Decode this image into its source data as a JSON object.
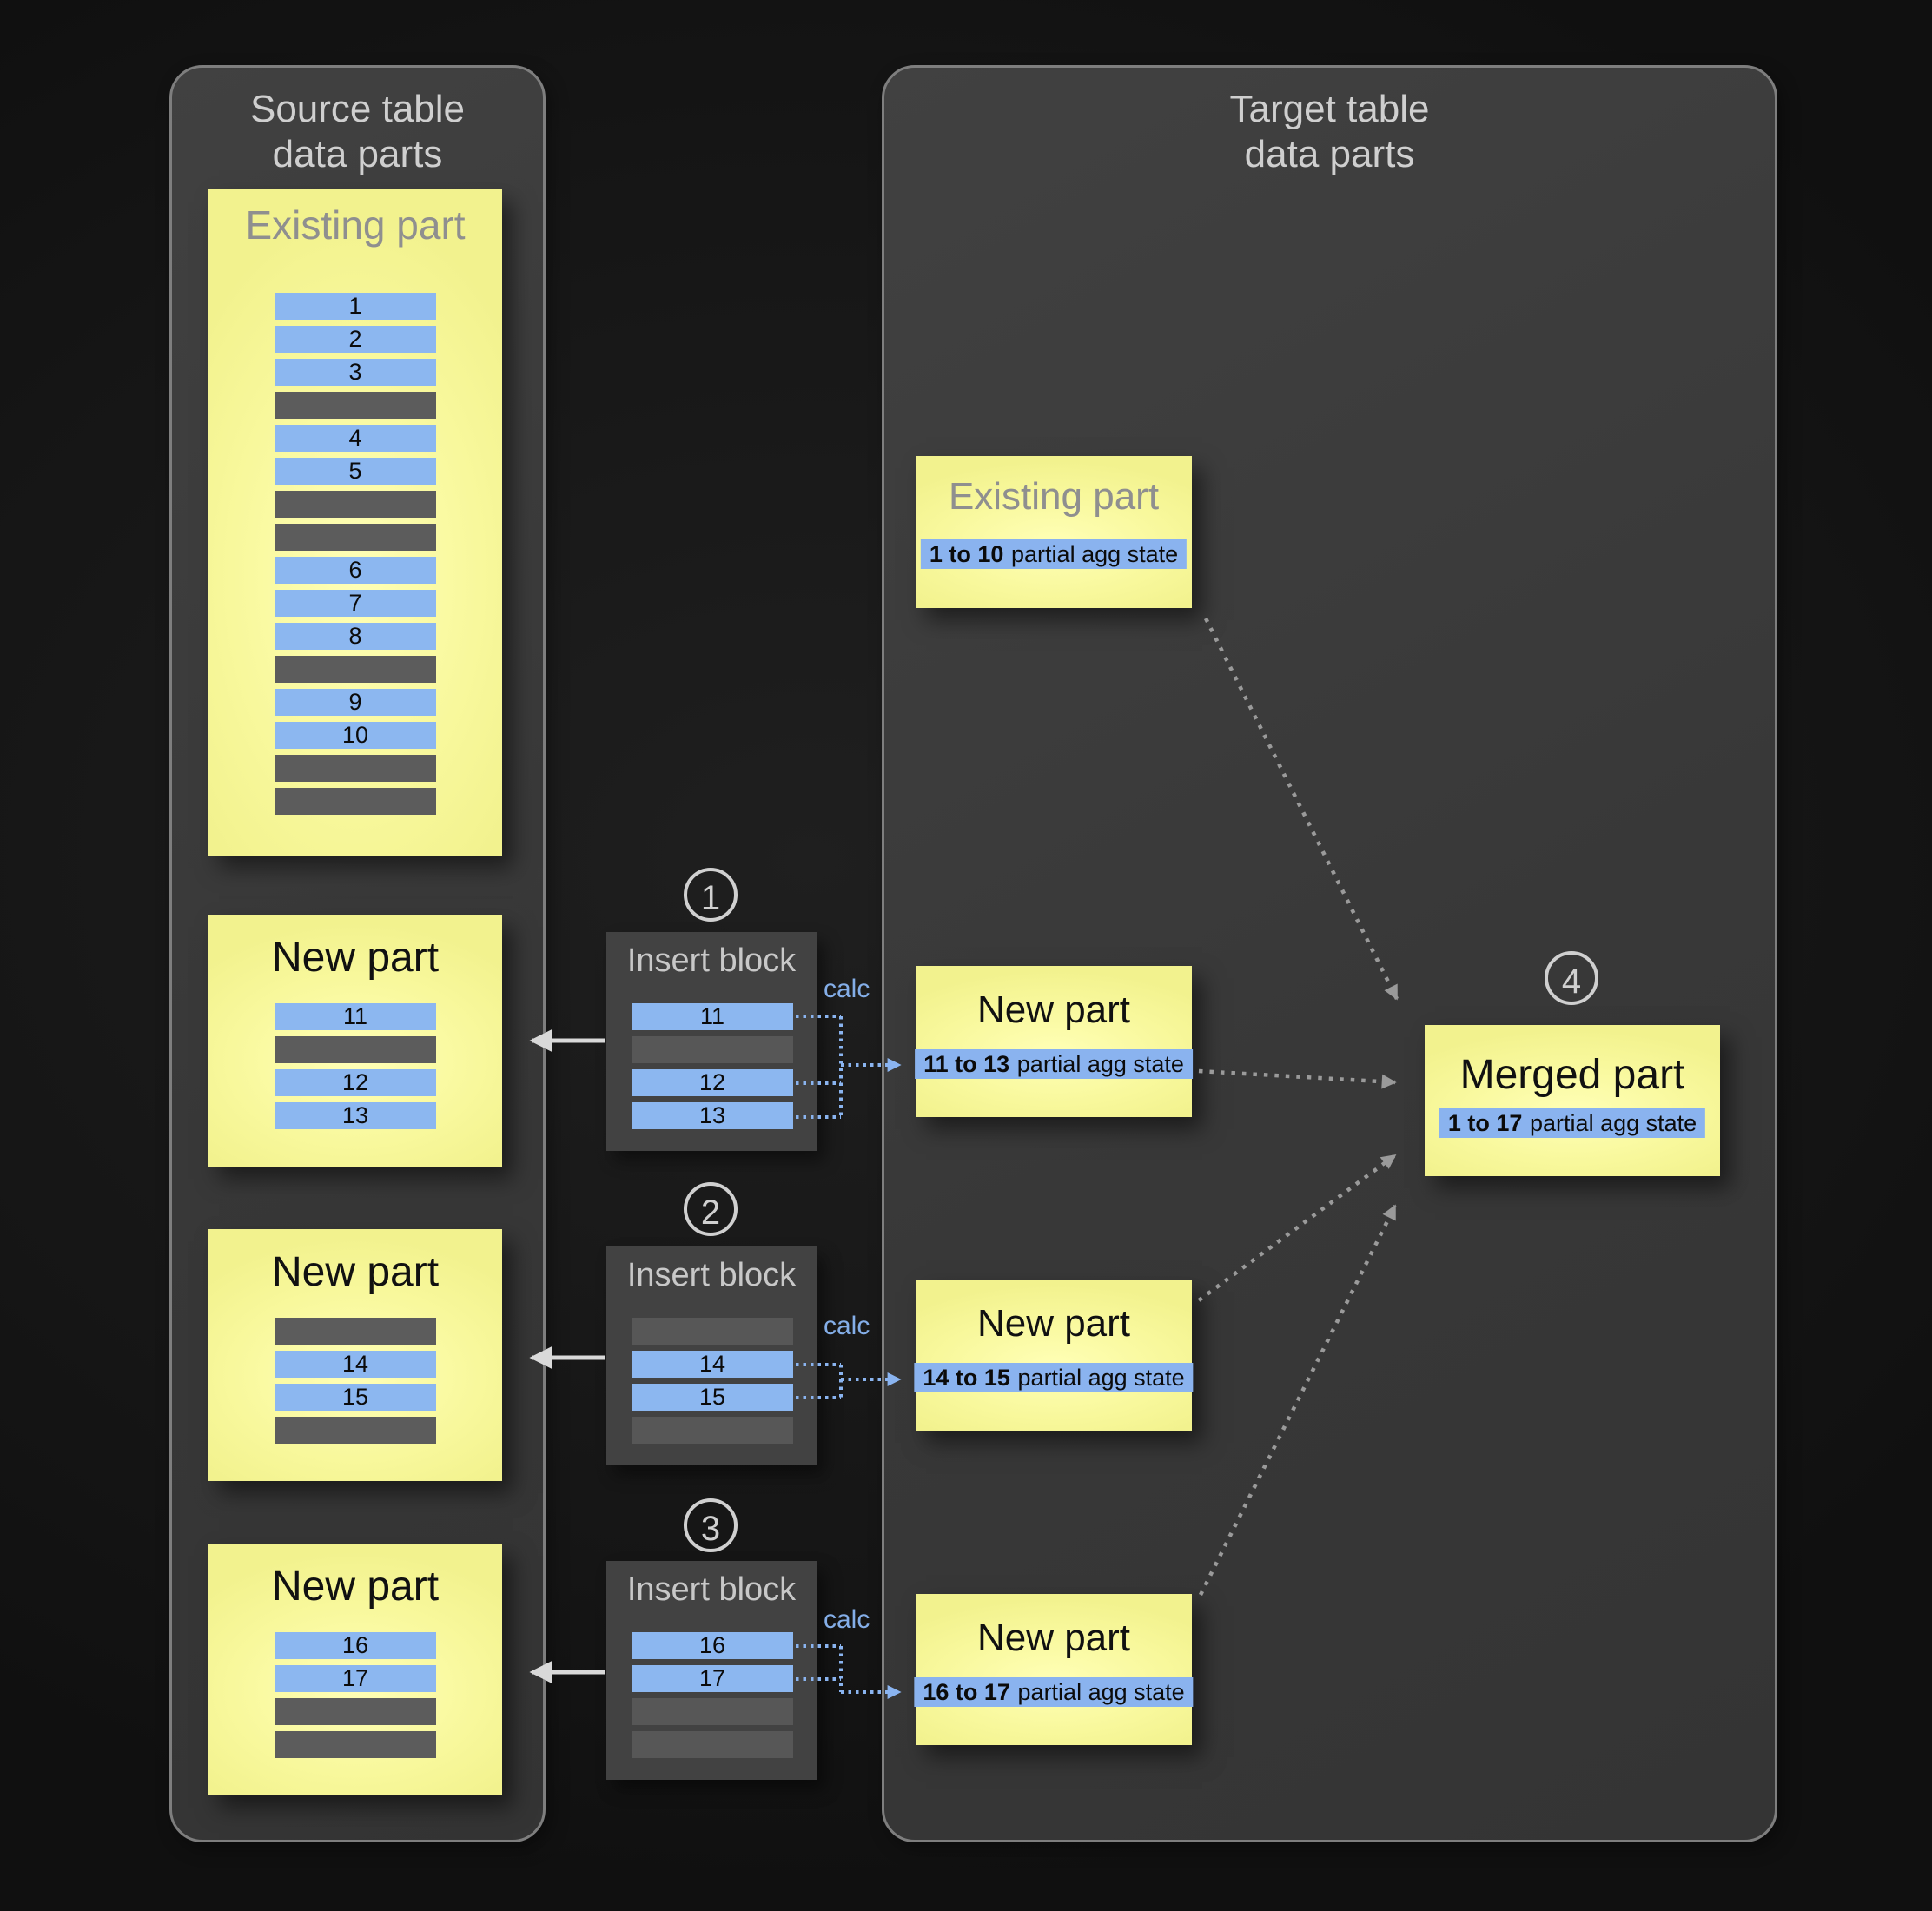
{
  "colors": {
    "background": "#151515",
    "panel_fill": "#3a3a3a",
    "panel_border": "#7e7e7e",
    "part_yellow": "#f8f89c",
    "row_blue": "#8cb7f0",
    "row_filler_gray": "#5c5c5c",
    "insert_block_fill": "#424242",
    "calc_blue": "#84aee8",
    "arrow_white": "#d9d9d9",
    "merge_arrow_gray": "#9a9a9a",
    "muted_title_gray": "#8f8f8f"
  },
  "source_panel": {
    "title_line1": "Source table",
    "title_line2": "data parts",
    "existing_part": {
      "title": "Existing part",
      "rows": [
        {
          "kind": "data",
          "label": "1"
        },
        {
          "kind": "data",
          "label": "2"
        },
        {
          "kind": "data",
          "label": "3"
        },
        {
          "kind": "filler",
          "label": ""
        },
        {
          "kind": "data",
          "label": "4"
        },
        {
          "kind": "data",
          "label": "5"
        },
        {
          "kind": "filler",
          "label": ""
        },
        {
          "kind": "filler",
          "label": ""
        },
        {
          "kind": "data",
          "label": "6"
        },
        {
          "kind": "data",
          "label": "7"
        },
        {
          "kind": "data",
          "label": "8"
        },
        {
          "kind": "filler",
          "label": ""
        },
        {
          "kind": "data",
          "label": "9"
        },
        {
          "kind": "data",
          "label": "10"
        },
        {
          "kind": "filler",
          "label": ""
        },
        {
          "kind": "filler",
          "label": ""
        }
      ]
    },
    "new_parts": [
      {
        "title": "New part",
        "rows": [
          {
            "kind": "data",
            "label": "11"
          },
          {
            "kind": "filler",
            "label": ""
          },
          {
            "kind": "data",
            "label": "12"
          },
          {
            "kind": "data",
            "label": "13"
          }
        ]
      },
      {
        "title": "New part",
        "rows": [
          {
            "kind": "filler",
            "label": ""
          },
          {
            "kind": "data",
            "label": "14"
          },
          {
            "kind": "data",
            "label": "15"
          },
          {
            "kind": "filler",
            "label": ""
          }
        ]
      },
      {
        "title": "New part",
        "rows": [
          {
            "kind": "data",
            "label": "16"
          },
          {
            "kind": "data",
            "label": "17"
          },
          {
            "kind": "filler",
            "label": ""
          },
          {
            "kind": "filler",
            "label": ""
          }
        ]
      }
    ]
  },
  "insert_blocks": [
    {
      "step": "1",
      "title": "Insert block",
      "calc": "calc",
      "rows": [
        {
          "kind": "data",
          "label": "11"
        },
        {
          "kind": "filler",
          "label": ""
        },
        {
          "kind": "data",
          "label": "12"
        },
        {
          "kind": "data",
          "label": "13"
        }
      ]
    },
    {
      "step": "2",
      "title": "Insert block",
      "calc": "calc",
      "rows": [
        {
          "kind": "filler",
          "label": ""
        },
        {
          "kind": "data",
          "label": "14"
        },
        {
          "kind": "data",
          "label": "15"
        },
        {
          "kind": "filler",
          "label": ""
        }
      ]
    },
    {
      "step": "3",
      "title": "Insert block",
      "calc": "calc",
      "rows": [
        {
          "kind": "data",
          "label": "16"
        },
        {
          "kind": "data",
          "label": "17"
        },
        {
          "kind": "filler",
          "label": ""
        },
        {
          "kind": "filler",
          "label": ""
        }
      ]
    }
  ],
  "target_panel": {
    "title_line1": "Target table",
    "title_line2": "data parts",
    "existing_part": {
      "title": "Existing part",
      "range": "1 to 10",
      "state_text": "partial agg state"
    },
    "new_parts": [
      {
        "title": "New part",
        "range": "11 to 13",
        "state_text": "partial agg state"
      },
      {
        "title": "New part",
        "range": "14 to 15",
        "state_text": "partial agg state"
      },
      {
        "title": "New part",
        "range": "16 to 17",
        "state_text": "partial agg state"
      }
    ],
    "merged_part": {
      "step": "4",
      "title": "Merged part",
      "range": "1 to 17",
      "state_text": "partial agg state"
    }
  }
}
